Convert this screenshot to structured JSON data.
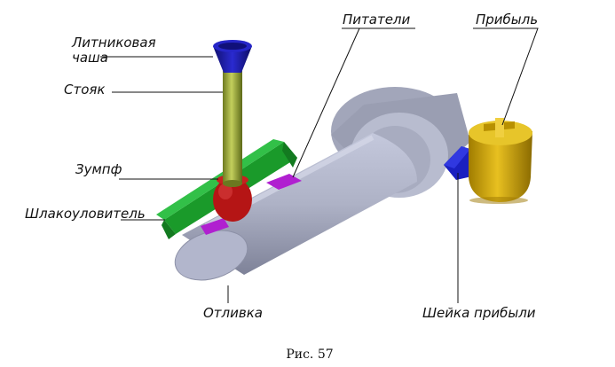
{
  "labels": {
    "pouring_cup": [
      "Литниковая",
      "чаша"
    ],
    "sprue": "Стояк",
    "sump": "Зумпф",
    "slag_trap": "Шлакоуловитель",
    "gates": "Питатели",
    "riser": "Прибыль",
    "casting": "Отливка",
    "riser_neck": "Шейка прибыли"
  },
  "caption": "Рис. 57",
  "colors": {
    "pouring_cup": "#1a1aa8",
    "sprue": "#9aa83a",
    "sump": "#b51515",
    "slag_trap": "#1a9a2a",
    "gates": "#b020d0",
    "casting": "#aeb2c6",
    "riser": "#d4aa10",
    "riser_neck": "#1a20c0"
  }
}
